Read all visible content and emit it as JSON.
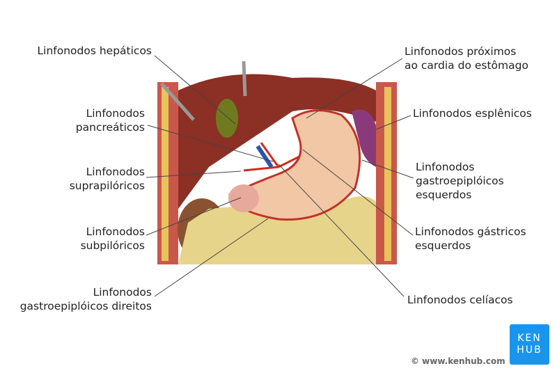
{
  "labels_left": [
    {
      "lines": [
        "Linfonodos hepáticos"
      ]
    },
    {
      "lines": [
        "Linfonodos",
        "pancreáticos"
      ]
    },
    {
      "lines": [
        "Linfonodos",
        "suprapilóricos"
      ]
    },
    {
      "lines": [
        "Linfonodos",
        "subpilóricos"
      ]
    },
    {
      "lines": [
        "Linfonodos",
        "gastroepiplóicos direitos"
      ]
    }
  ],
  "labels_right": [
    {
      "lines": [
        "Linfonodos próximos",
        "ao cardia do estômago"
      ]
    },
    {
      "lines": [
        "Linfonodos esplênicos"
      ]
    },
    {
      "lines": [
        "Linfonodos",
        "gastroepiplóicos",
        "esquerdos"
      ]
    },
    {
      "lines": [
        "Linfonodos gástricos",
        "esquerdos"
      ]
    },
    {
      "lines": [
        "Linfonodos celíacos"
      ]
    }
  ],
  "logo": {
    "line1": "KEN",
    "line2": "HUB",
    "color": "#1a95ee"
  },
  "copyright": "© www.kenhub.com"
}
